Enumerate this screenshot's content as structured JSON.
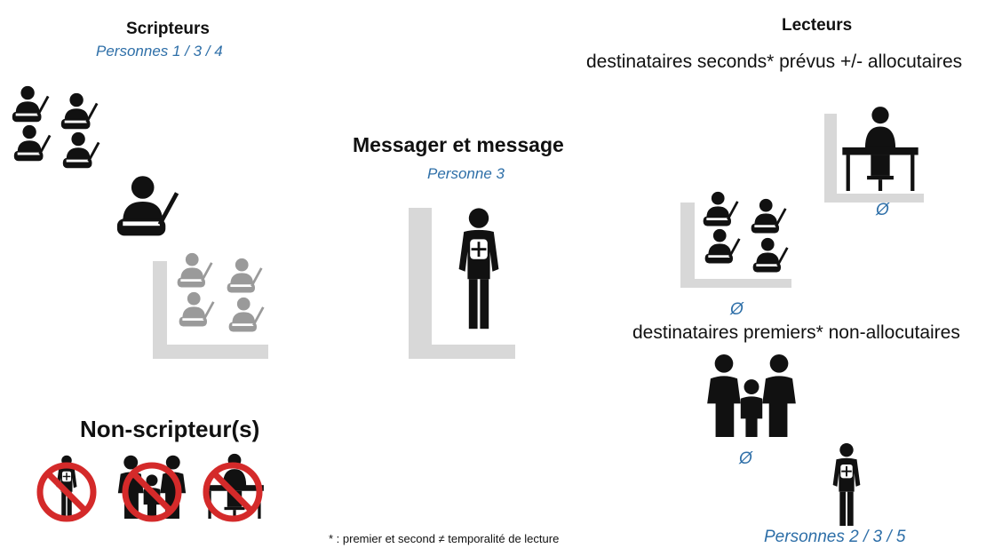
{
  "scripteurs": {
    "title": "Scripteurs",
    "persons": "Personnes 1 / 3 / 4"
  },
  "messager": {
    "title": "Messager et message",
    "person": "Personne 3"
  },
  "non_scripteurs": {
    "title": "Non-scripteur(s)"
  },
  "lecteurs": {
    "title": "Lecteurs",
    "seconds_label": "destinataires seconds* prévus +/- allocutaires",
    "empty_1": "Ø",
    "empty_2": "Ø",
    "premiers_label": "destinataires premiers* non-allocutaires",
    "empty_3": "Ø",
    "persons": "Personnes 2 / 3 / 5"
  },
  "footnote": "* : premier et second ≠ temporalité de lecture",
  "colors": {
    "accent_blue": "#2e6fa8",
    "forbid_red": "#d42a2a",
    "icon_black": "#111111",
    "icon_grey": "#9a9a9a"
  }
}
